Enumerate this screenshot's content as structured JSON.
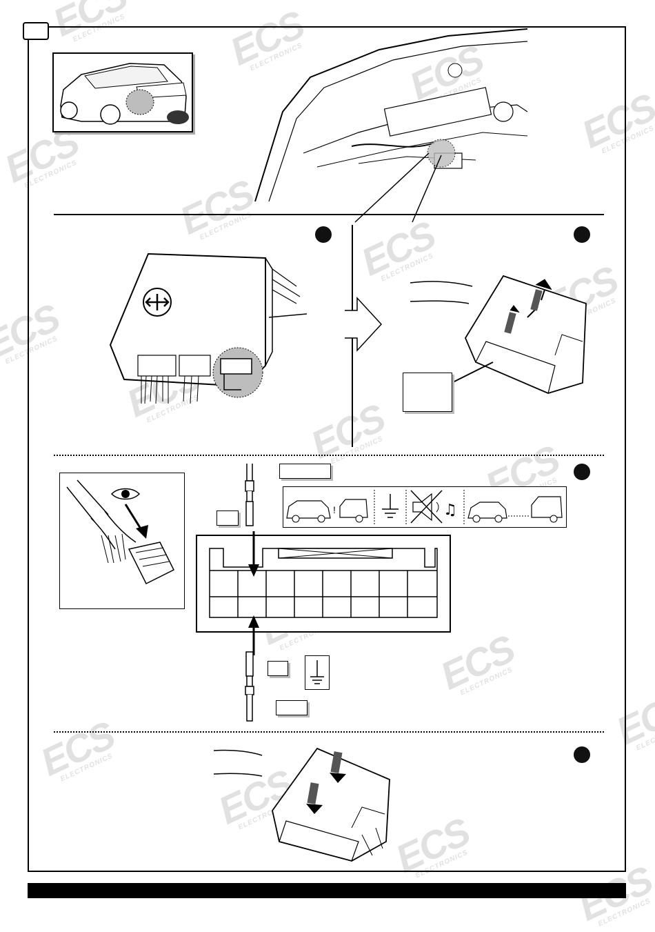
{
  "watermark": {
    "logo": "ECS",
    "subtitle": "ELECTRONICS"
  },
  "steps": [
    {
      "id": "step-1",
      "name": "remove-connector"
    },
    {
      "id": "step-2",
      "name": "unlock-connector"
    },
    {
      "id": "step-3",
      "name": "insert-terminals"
    },
    {
      "id": "step-4",
      "name": "relock-connector"
    }
  ],
  "icons": [
    "car-overview-icon",
    "module-arrow-icon",
    "eye-icon",
    "car-trailer-warning-icon",
    "ground-icon",
    "no-sound-icon",
    "car-tow-icon"
  ],
  "colors": {
    "ink": "#000000",
    "shade": "#bdbdbd",
    "watermark": "#c9c9c9"
  }
}
